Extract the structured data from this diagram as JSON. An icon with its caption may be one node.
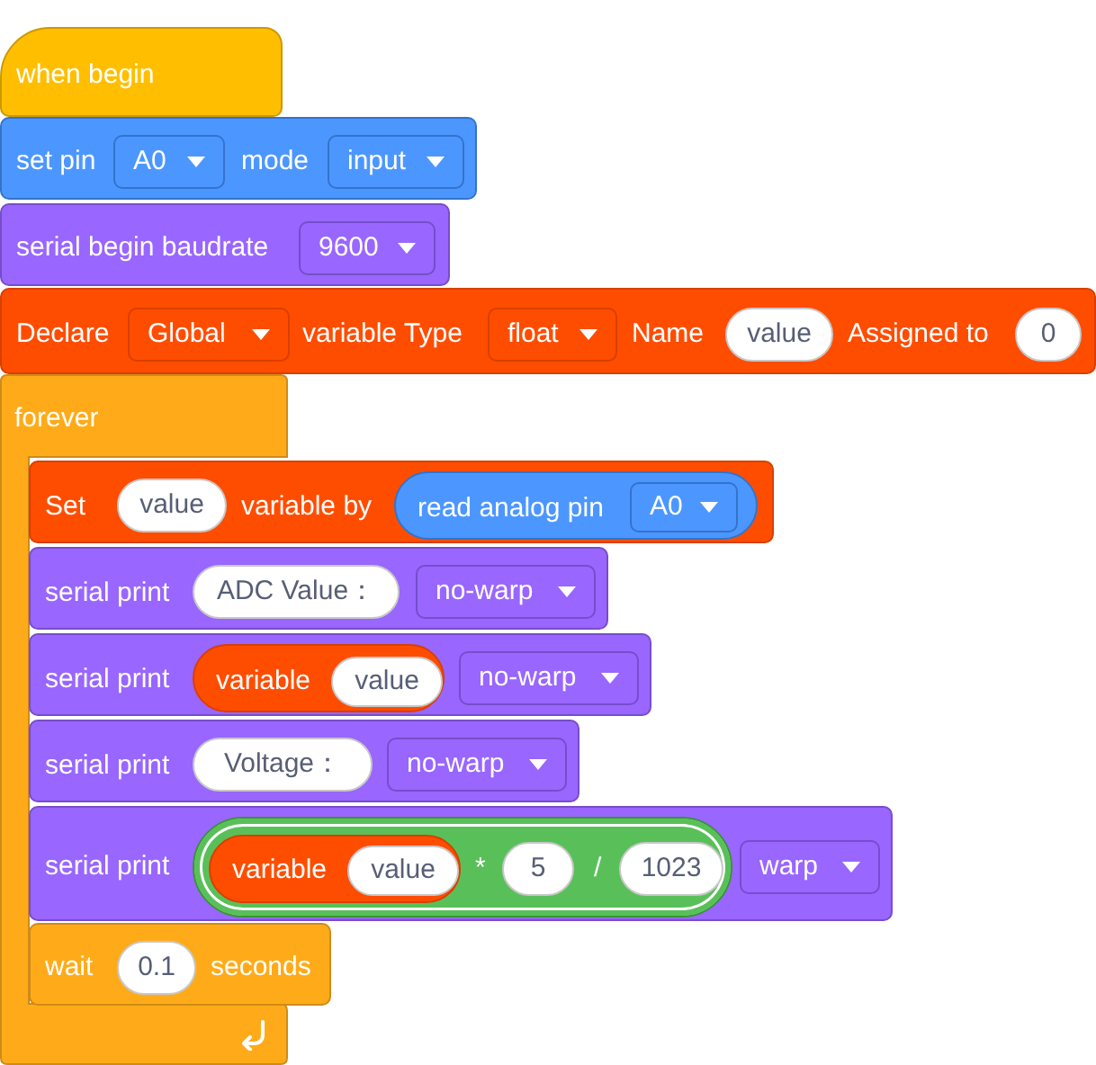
{
  "diagram": {
    "nodes": [
      {
        "text": [
          "when begin"
        ]
      },
      {
        "text": [
          "set pin",
          "mode"
        ]
      },
      {
        "text": [
          "A0"
        ],
        "in": 1
      },
      {
        "text": [
          "input"
        ],
        "in": 1
      },
      {
        "text": [
          "serial begin baudrate"
        ]
      },
      {
        "text": [
          "9600"
        ],
        "in": 4
      },
      {
        "text": [
          "Declare",
          "variable Type",
          "Name",
          "Assigned to"
        ]
      },
      {
        "text": [
          "Global"
        ],
        "in": 6
      },
      {
        "text": [
          "float"
        ],
        "in": 6
      },
      {
        "text": [
          "value"
        ],
        "in": 6
      },
      {
        "text": [
          "0"
        ],
        "in": 6
      },
      {
        "text": [
          "forever"
        ]
      },
      {
        "text": [
          "Set",
          "variable by"
        ]
      },
      {
        "text": [
          "value"
        ],
        "in": 12
      },
      {
        "text": [
          "read analog pin"
        ],
        "in": 12
      },
      {
        "text": [
          "A0"
        ],
        "in": 14
      },
      {
        "text": [
          "serial print"
        ]
      },
      {
        "text": [
          "ADC Value："
        ],
        "in": 16
      },
      {
        "text": [
          "no-warp"
        ],
        "in": 16
      },
      {
        "text": [
          "serial print"
        ]
      },
      {
        "text": [
          "variable"
        ],
        "in": 19
      },
      {
        "text": [
          "value"
        ],
        "in": 20
      },
      {
        "text": [
          "no-warp"
        ],
        "in": 19
      },
      {
        "text": [
          "serial print"
        ]
      },
      {
        "text": [
          "Voltage："
        ],
        "in": 23
      },
      {
        "text": [
          "no-warp"
        ],
        "in": 23
      },
      {
        "text": [
          "serial print"
        ]
      },
      {
        "text": [
          "*",
          "/"
        ],
        "in": 26
      },
      {
        "text": [
          "variable"
        ],
        "in": 27
      },
      {
        "text": [
          "value"
        ],
        "in": 28
      },
      {
        "text": [
          "5"
        ],
        "in": 27
      },
      {
        "text": [
          "1023"
        ],
        "in": 27
      },
      {
        "text": [
          "warp"
        ],
        "in": 26
      },
      {
        "text": [
          "wait",
          "seconds"
        ]
      },
      {
        "text": [
          "0.1"
        ],
        "in": 33
      }
    ],
    "edges": []
  }
}
